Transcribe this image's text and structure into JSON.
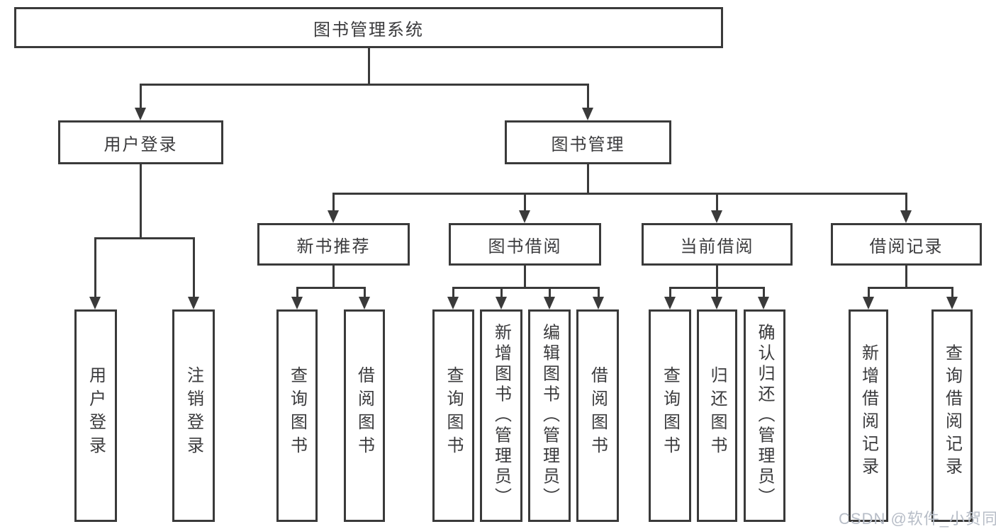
{
  "diagram": {
    "title_note": "library management system function tree",
    "root": {
      "label": "图书管理系统"
    },
    "user_login": {
      "label": "用户登录",
      "children": [
        {
          "label": "用户登录"
        },
        {
          "label": "注销登录"
        }
      ]
    },
    "book_mgmt": {
      "label": "图书管理",
      "children": [
        {
          "label": "新书推荐",
          "children": [
            {
              "label": "查询图书"
            },
            {
              "label": "借阅图书"
            }
          ]
        },
        {
          "label": "图书借阅",
          "children": [
            {
              "label": "查询图书"
            },
            {
              "label": "新增图书（管理员）"
            },
            {
              "label": "编辑图书（管理员）"
            },
            {
              "label": "借阅图书"
            }
          ]
        },
        {
          "label": "当前借阅",
          "children": [
            {
              "label": "查询图书"
            },
            {
              "label": "归还图书"
            },
            {
              "label": "确认归还（管理员）"
            }
          ]
        },
        {
          "label": "借阅记录",
          "children": [
            {
              "label": "新增借阅记录"
            },
            {
              "label": "查询借阅记录"
            }
          ]
        }
      ]
    }
  },
  "colors": {
    "line": "#3a3a3a",
    "text": "#3b3b3d",
    "watermark": "#b7bdc7",
    "background": "#ffffff"
  },
  "watermark": {
    "text": "CSDN @软件_小贺同学"
  }
}
